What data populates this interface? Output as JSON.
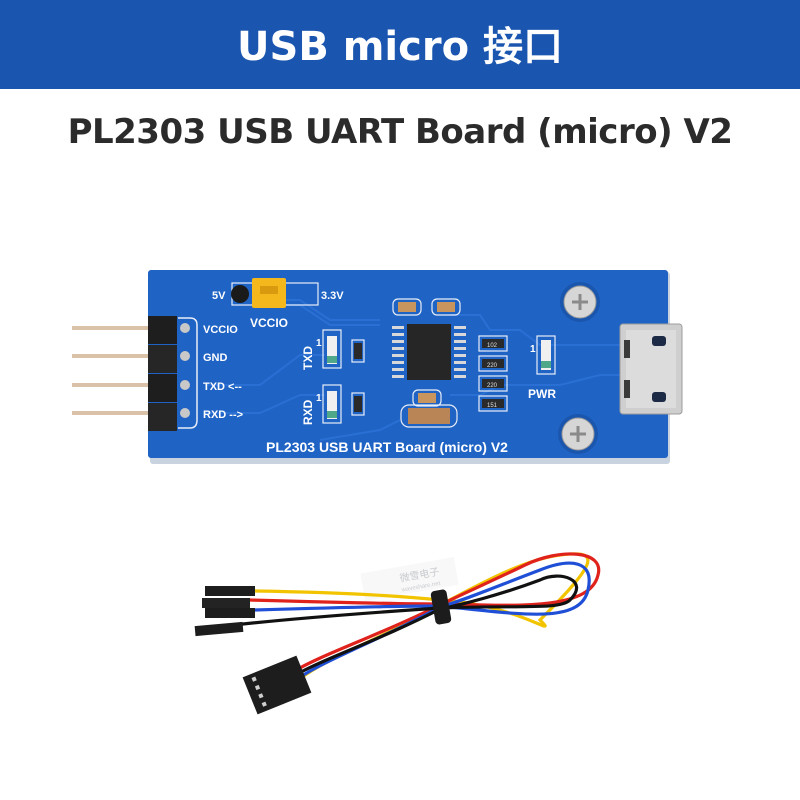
{
  "header": {
    "title": "USB micro 接口",
    "background_color": "#1a55b0",
    "text_color": "#ffffff"
  },
  "subtitle": "PL2303 USB UART Board (micro) V2",
  "board": {
    "pcb_color": "#1f63c4",
    "silkscreen_title": "PL2303 USB UART Board (micro) V2",
    "jumper": {
      "label": "VCCIO",
      "left_option": "5V",
      "right_option": "3.3V",
      "jumper_color": "#f5b81c"
    },
    "pin_labels": [
      "VCCIO",
      "GND",
      "TXD <--",
      "RXD -->"
    ],
    "leds": [
      {
        "label": "TXD"
      },
      {
        "label": "RXD"
      },
      {
        "label": "PWR"
      }
    ],
    "led_marker": "1",
    "resistors": [
      "102",
      "220",
      "220",
      "151"
    ],
    "connector": "micro-usb"
  },
  "cable": {
    "wire_colors": [
      "#f2c400",
      "#e0221c",
      "#1f4fd6",
      "#111111"
    ],
    "watermark_cn": "微雪电子",
    "watermark_url": "waveshare.net"
  }
}
